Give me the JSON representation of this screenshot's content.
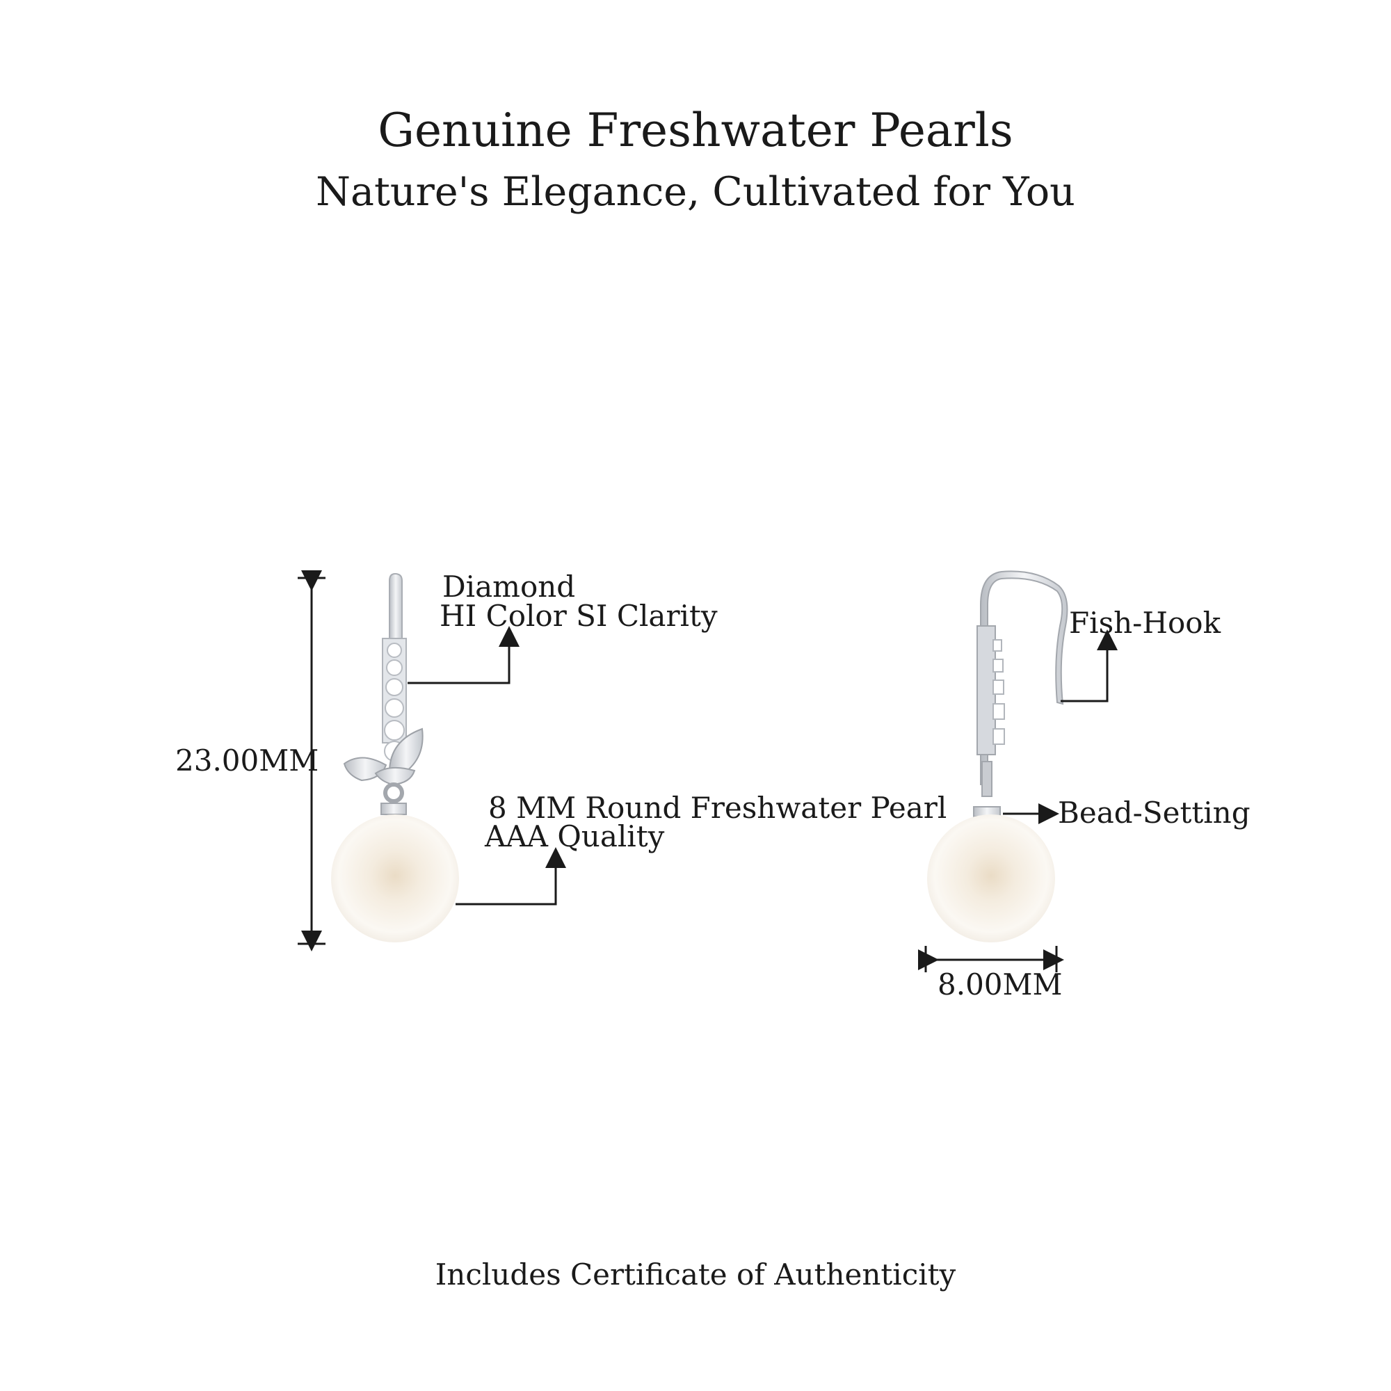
{
  "header": {
    "title": "Genuine Freshwater Pearls",
    "subtitle": "Nature's Elegance, Cultivated for You"
  },
  "front_view": {
    "height_dimension": "23.00MM",
    "diamond_label": "Diamond",
    "diamond_spec": "HI Color SI Clarity",
    "pearl_label": "8 MM Round Freshwater Pearl",
    "pearl_quality": "AAA Quality"
  },
  "side_view": {
    "hook_label": "Fish-Hook",
    "setting_label": "Bead-Setting",
    "width_dimension": "8.00MM"
  },
  "footer": {
    "certificate_note": "Includes Certificate of Authenticity"
  },
  "colors": {
    "text": "#1a1a1a",
    "metal": "#d9dce0",
    "pearl": "#f7f2ea",
    "background": "#ffffff"
  }
}
